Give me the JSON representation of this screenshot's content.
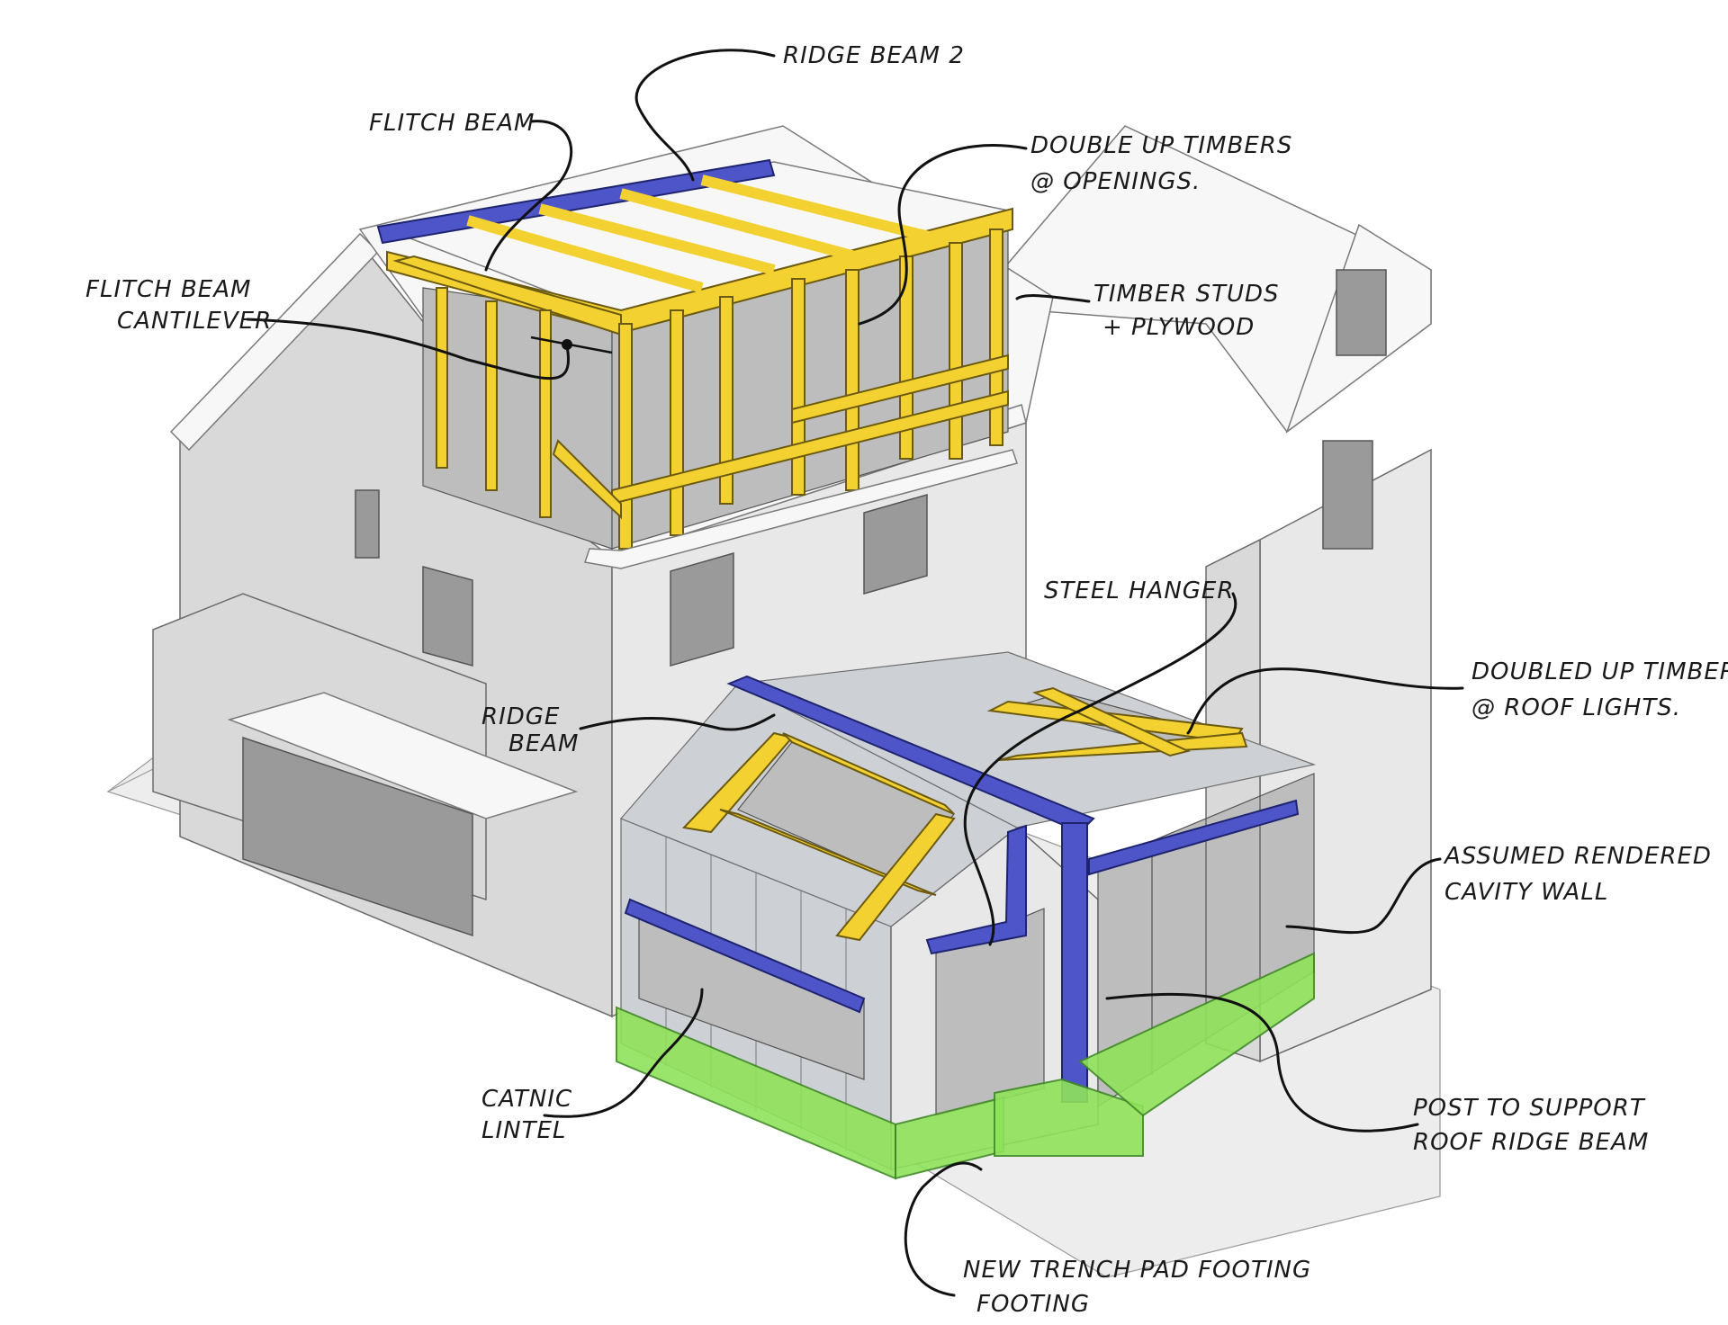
{
  "annotations": {
    "ridge_beam_2": "RIDGE BEAM 2",
    "flitch_beam": "FLITCH BEAM",
    "double_up_line1": "DOUBLE UP TIMBERS",
    "double_up_line2": "@ OPENINGS.",
    "flitch_cantilever_line1": "FLITCH BEAM",
    "flitch_cantilever_line2": "CANTILEVER",
    "timber_studs_line1": "TIMBER STUDS",
    "timber_studs_line2": "+ PLYWOOD",
    "steel_hanger": "STEEL HANGER",
    "doubled_up_line1": "DOUBLED UP TIMBERS",
    "doubled_up_line2": "@ ROOF LIGHTS.",
    "ridge_beam_line1": "RIDGE",
    "ridge_beam_line2": "BEAM",
    "assumed_wall_line1": "ASSUMED RENDERED",
    "assumed_wall_line2": "CAVITY WALL",
    "catnic_line1": "CATNIC",
    "catnic_line2": "LINTEL",
    "post_line1": "POST TO SUPPORT",
    "post_line2": "ROOF RIDGE BEAM",
    "footing_line1": "NEW TRENCH  PAD FOOTING",
    "footing_line2": "FOOTING"
  },
  "colors": {
    "timber": "#f2d130",
    "steel": "#4d55c8",
    "footing": "#8fe25a",
    "ink": "#1a1a1a"
  }
}
